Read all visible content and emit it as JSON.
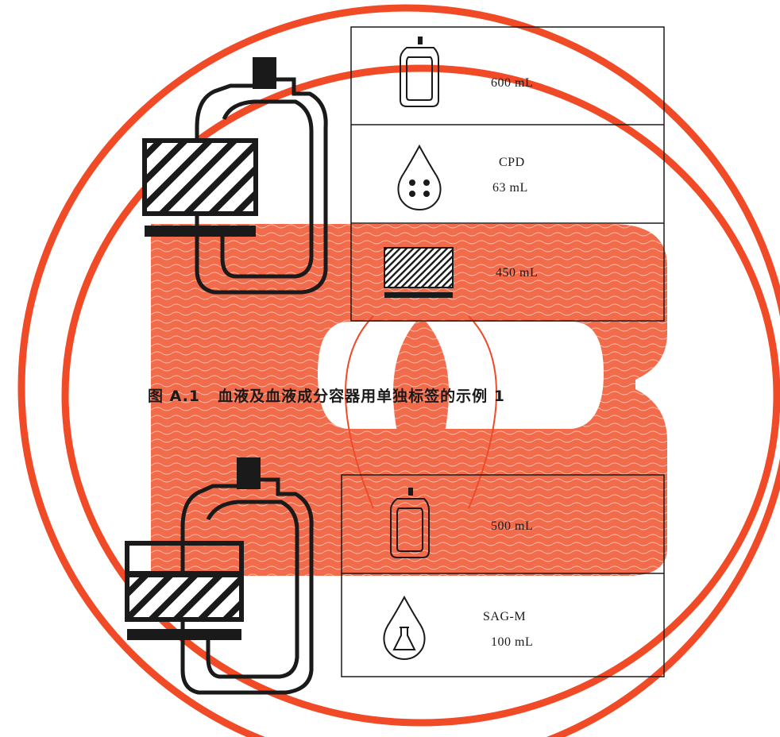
{
  "figure1": {
    "rows": [
      {
        "text": "600  mL",
        "icon": "blood-bag-icon"
      },
      {
        "line1": "CPD",
        "line2": "63  mL",
        "icon": "anticoagulant-drop-icon"
      },
      {
        "text": "450  mL",
        "icon": "collection-volume-icon"
      }
    ]
  },
  "caption": {
    "number": "图 A.1",
    "text": "血液及血液成分容器用单独标签的示例 1"
  },
  "figure2": {
    "rows": [
      {
        "text": "500  mL",
        "icon": "blood-bag-icon"
      },
      {
        "line1": "SAG-M",
        "line2": "100  mL",
        "icon": "additive-solution-drop-icon"
      }
    ]
  },
  "watermark": {
    "color": "#f04a26",
    "description_free": true
  },
  "colors": {
    "ink": "#1a1a1a",
    "stamp": "#f04a26"
  }
}
